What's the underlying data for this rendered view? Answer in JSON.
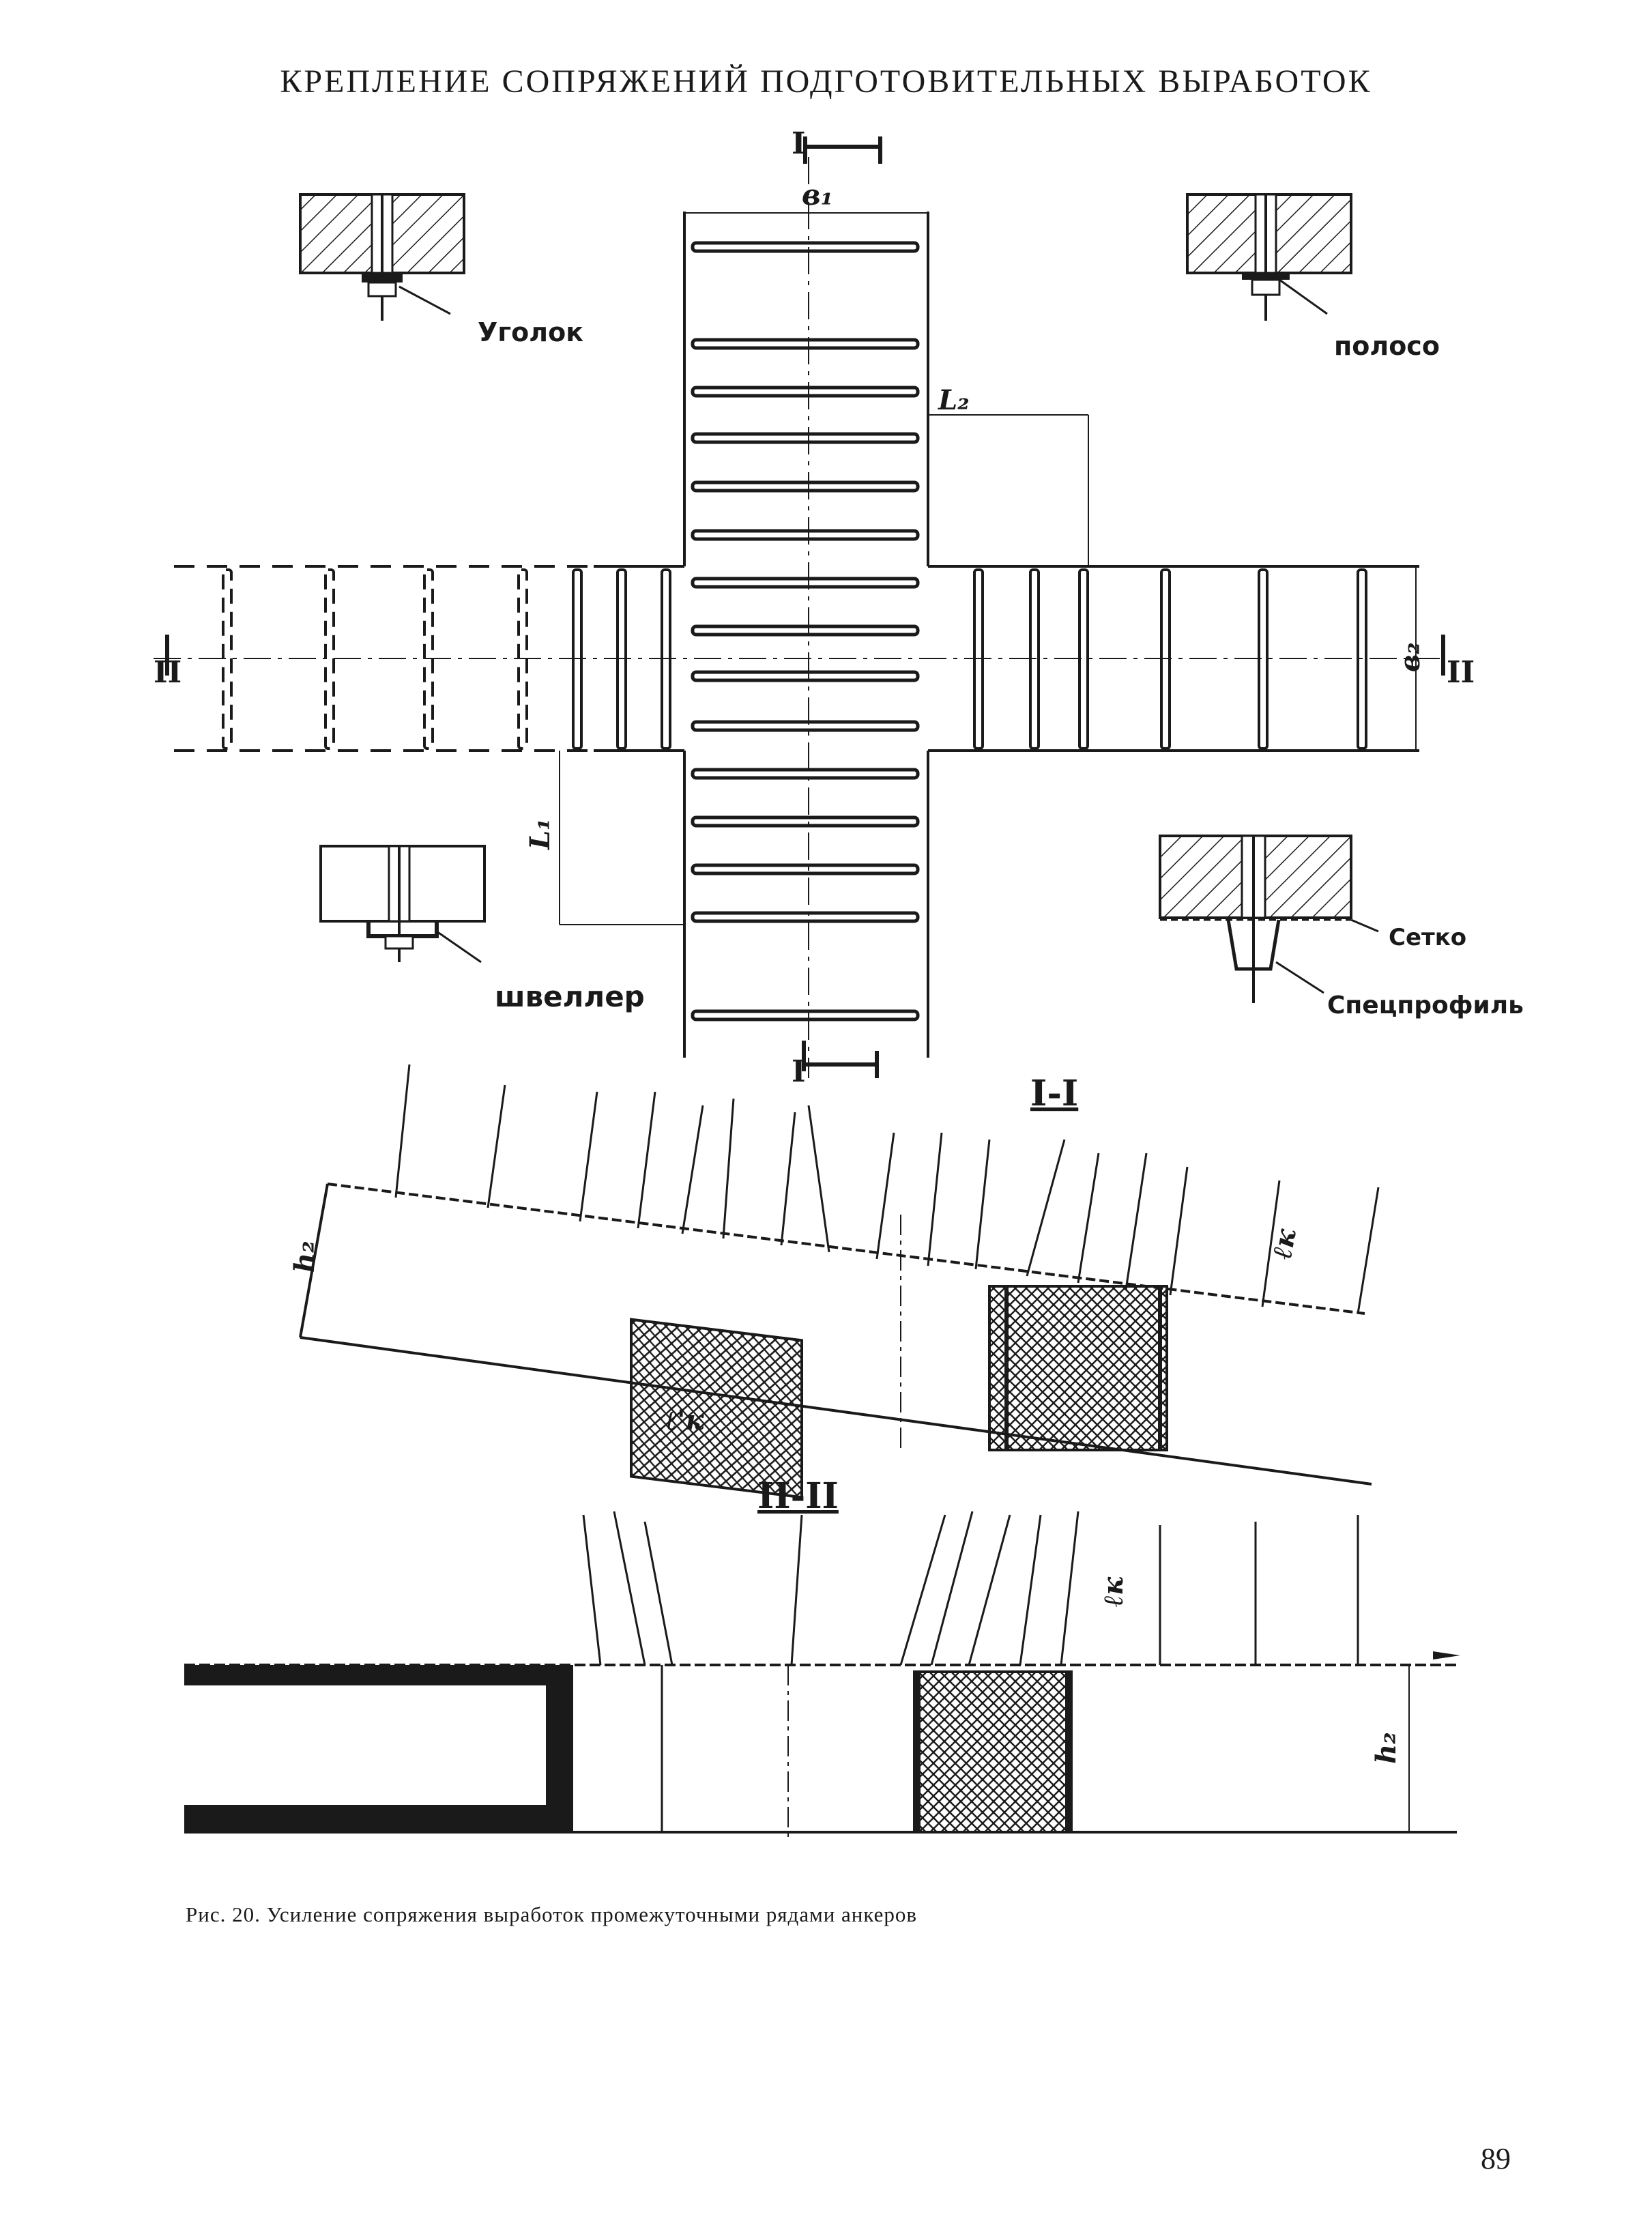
{
  "page": {
    "header": "КРЕПЛЕНИЕ СОПРЯЖЕНИЙ ПОДГОТОВИТЕЛЬНЫХ ВЫРАБОТОК",
    "caption": "Рис. 20. Усиление сопряжения выработок промежуточными рядами анкеров",
    "page_number": "89"
  },
  "details": {
    "angle": "Уголок",
    "strip": "полосо",
    "channel": "швеллер",
    "mesh": "Сетко",
    "special_profile": "Спецпрофиль"
  },
  "dimensions": {
    "b1": "в₁",
    "b2": "в₂",
    "l1": "L₁",
    "l2": "L₂",
    "h2": "h₂",
    "lk": "ℓк",
    "lk_prime": "ℓ'к"
  },
  "sections": {
    "marker_1": "I",
    "marker_2": "II",
    "section_1": "I-I",
    "section_2": "II-II"
  }
}
